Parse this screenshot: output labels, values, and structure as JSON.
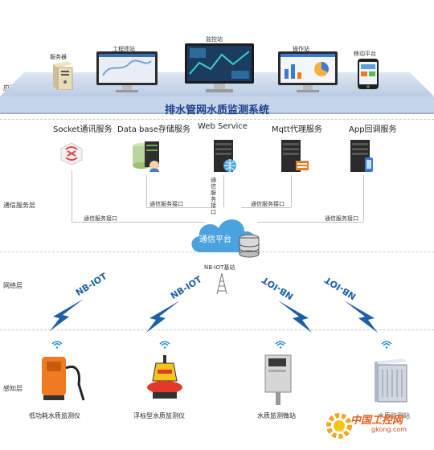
{
  "layers": {
    "application": "应用层",
    "communication": "通信服务层",
    "network": "网络层",
    "perception": "感知层"
  },
  "app_devices": {
    "server": "服务器",
    "engineer": "工程师站",
    "monitor": "监控站",
    "operator": "操作站",
    "mobile": "移动平台"
  },
  "system_title": "排水管网水质监测系统",
  "services": {
    "socket": "Socket通讯服务",
    "database": "Data base存储服务",
    "web": "Web Service",
    "mqtt": "Mqtt代理服务",
    "app": "App回调服务"
  },
  "interfaces": {
    "left_outer": "通信服务接口",
    "left_inner": "通信服务接口",
    "center": "通信服务接口",
    "right_inner": "通信服务接口",
    "right_outer": "通信服务接口"
  },
  "platform": "通信平台",
  "base_station": "NB-IOT基站",
  "nb_links": [
    "NB-IOT",
    "NB-IOT",
    "NB-IOT",
    "NB-IOT"
  ],
  "sensors": {
    "low_power": "低功耗水质监测仪",
    "buoy": "浮标型水质监测仪",
    "micro_station": "水质监测微站",
    "cabinet": "水质监测站"
  },
  "watermark": {
    "name": "中国工控网",
    "url": "gkong.com"
  },
  "colors": {
    "band": "#c6d6ea",
    "title": "#1d3f8c",
    "cloud": "#4aa3df",
    "lightning": "#1f5fa8",
    "orange": "#f07a22"
  }
}
